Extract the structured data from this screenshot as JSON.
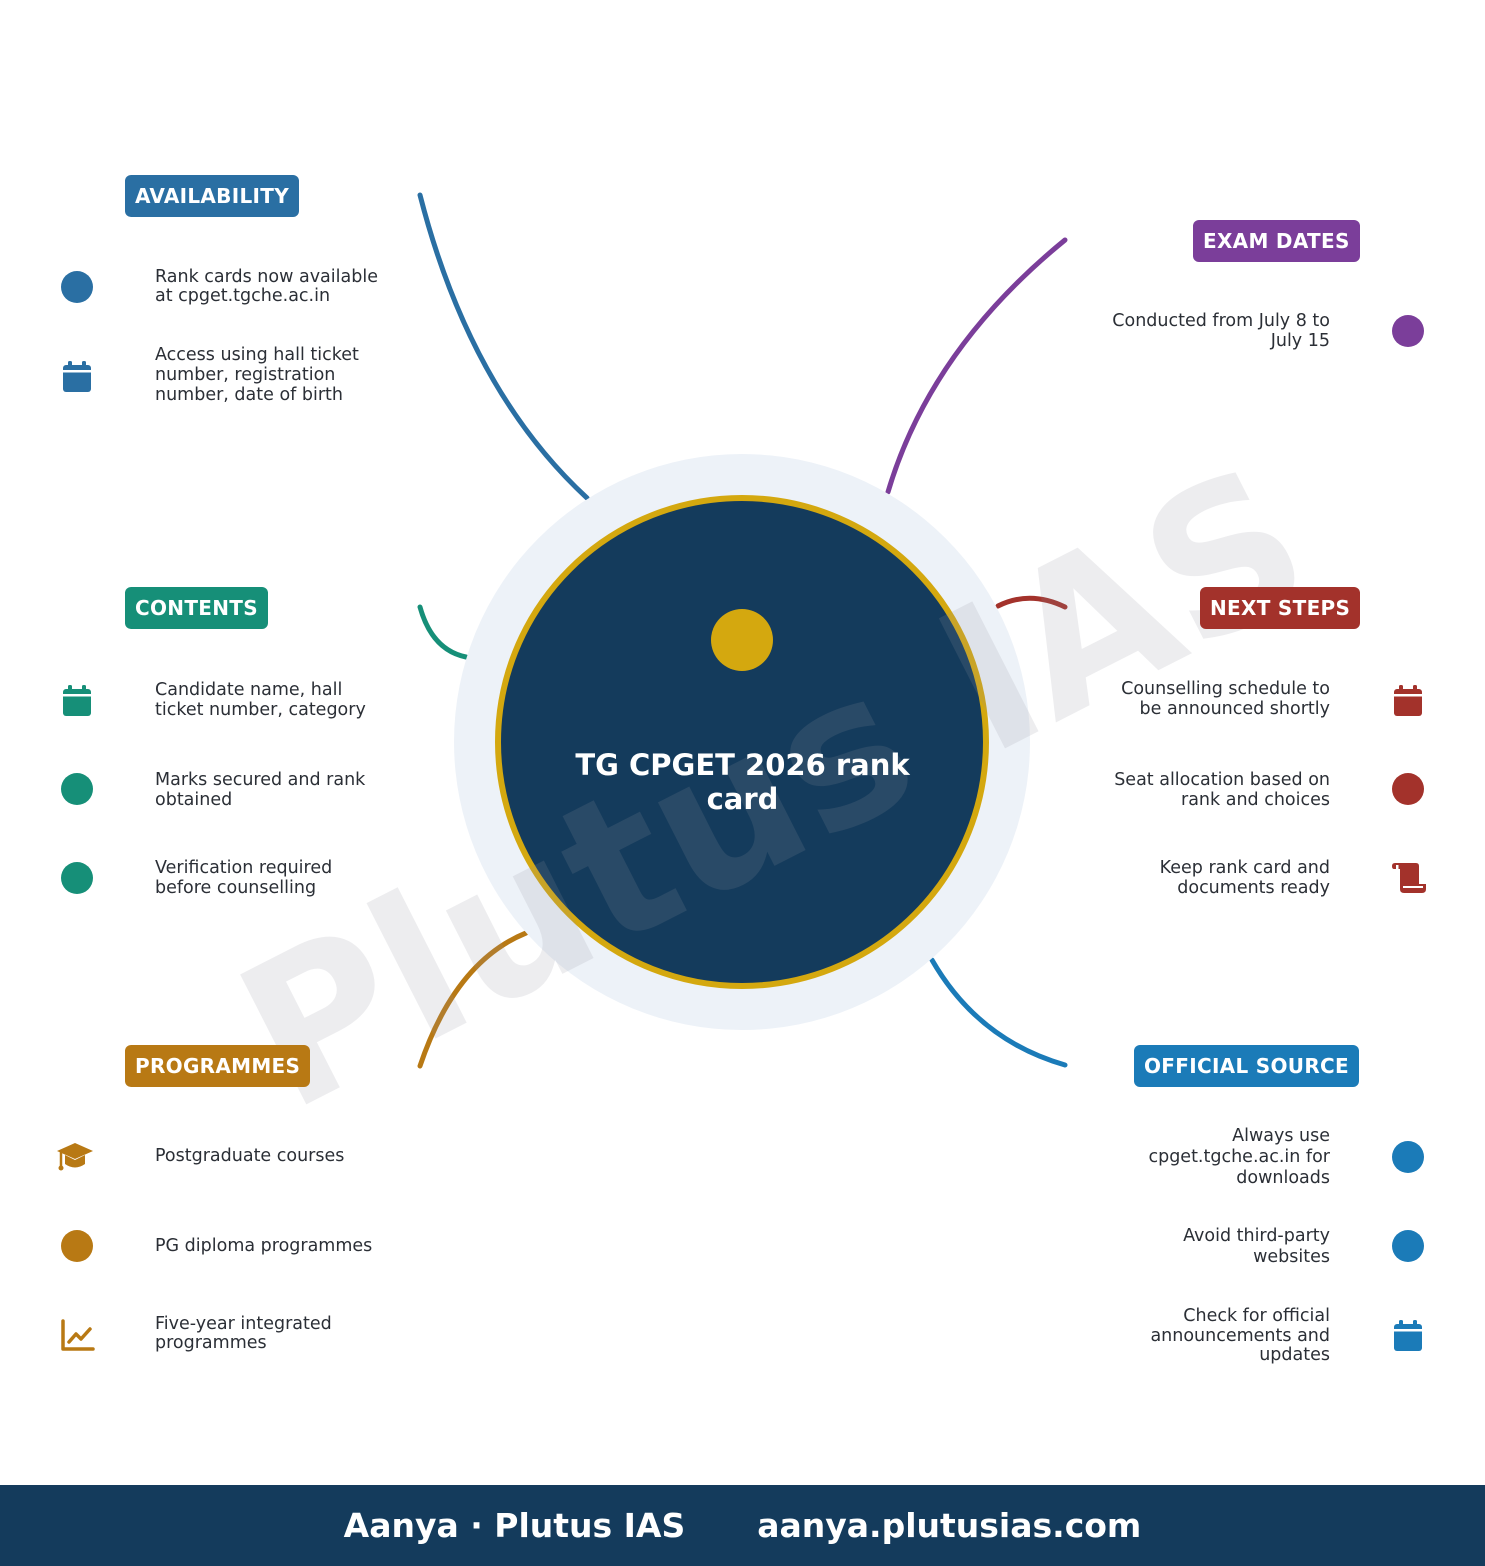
{
  "center": {
    "title": "TG CPGET 2026 rank card"
  },
  "watermark": "Plutus IAS",
  "colors": {
    "navy": "#143b5c",
    "gold": "#d4a80f",
    "halo": "#edf2f8",
    "availability": "#2a6fa3",
    "exam_dates": "#7b3e9a",
    "contents": "#168f78",
    "next_steps": "#a3322b",
    "programmes": "#b87914",
    "official_source": "#1b7bb8"
  },
  "sections": {
    "availability": {
      "label": "AVAILABILITY",
      "items": [
        {
          "icon": "circle-icon",
          "text": "Rank cards now available at cpget.tgche.ac.in"
        },
        {
          "icon": "calendar-icon",
          "text": "Access using hall ticket number, registration number, date of birth"
        }
      ]
    },
    "exam_dates": {
      "label": "EXAM DATES",
      "items": [
        {
          "icon": "circle-icon",
          "text": "Conducted from July 8 to July 15"
        }
      ]
    },
    "contents": {
      "label": "CONTENTS",
      "items": [
        {
          "icon": "calendar-icon",
          "text": "Candidate name, hall ticket number, category"
        },
        {
          "icon": "circle-icon",
          "text": "Marks secured and rank obtained"
        },
        {
          "icon": "circle-icon",
          "text": "Verification required before counselling"
        }
      ]
    },
    "next_steps": {
      "label": "NEXT STEPS",
      "items": [
        {
          "icon": "calendar-icon",
          "text": "Counselling schedule to be announced shortly"
        },
        {
          "icon": "circle-icon",
          "text": "Seat allocation based on rank and choices"
        },
        {
          "icon": "scroll-icon",
          "text": "Keep rank card and documents ready"
        }
      ]
    },
    "programmes": {
      "label": "PROGRAMMES",
      "items": [
        {
          "icon": "graduation-cap-icon",
          "text": "Postgraduate courses"
        },
        {
          "icon": "circle-icon",
          "text": "PG diploma programmes"
        },
        {
          "icon": "line-chart-icon",
          "text": "Five-year integrated programmes"
        }
      ]
    },
    "official_source": {
      "label": "OFFICIAL SOURCE",
      "items": [
        {
          "icon": "circle-icon",
          "text": "Always use cpget.tgche.ac.in for downloads"
        },
        {
          "icon": "circle-icon",
          "text": "Avoid third-party websites"
        },
        {
          "icon": "calendar-icon",
          "text": "Check for official announcements and updates"
        }
      ]
    }
  },
  "footer": {
    "author": "Aanya · Plutus IAS",
    "website": "aanya.plutusias.com"
  }
}
